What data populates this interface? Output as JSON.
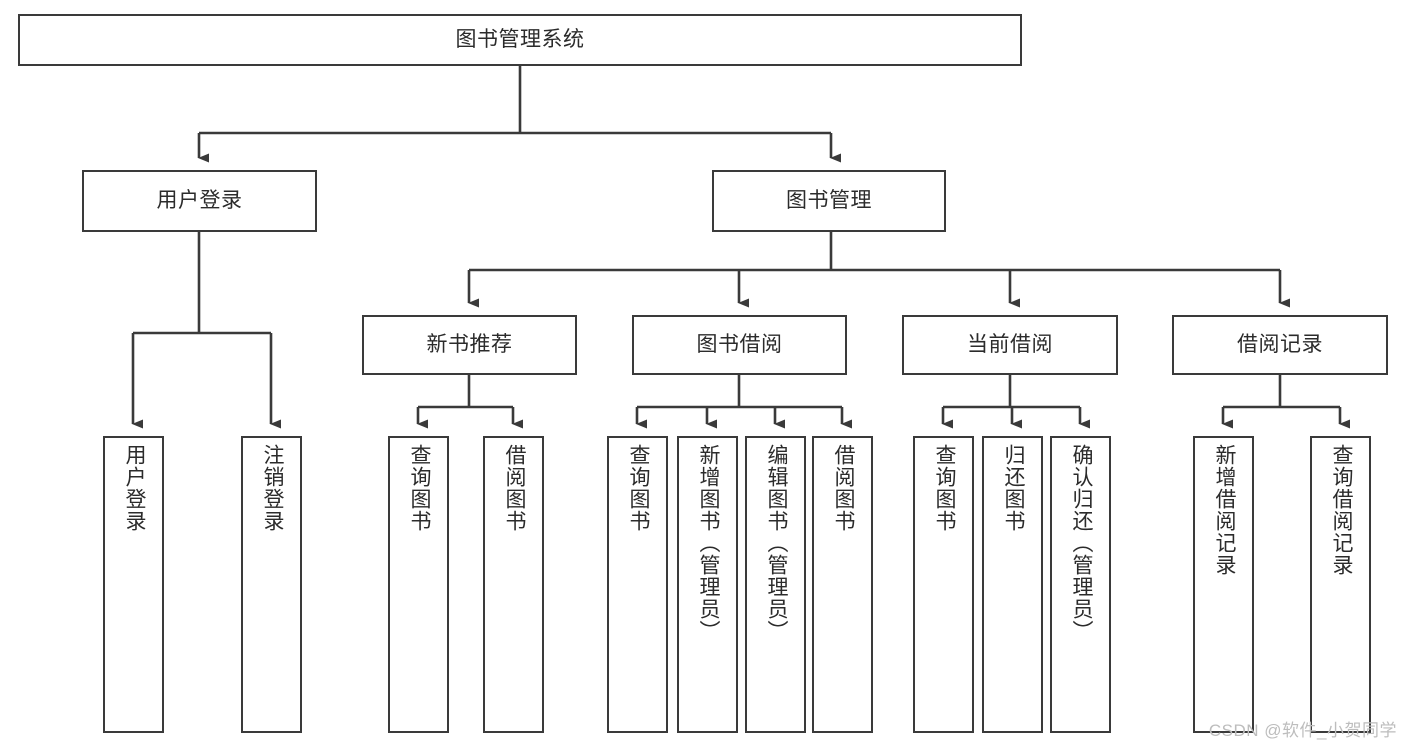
{
  "diagram": {
    "title": "图书管理系统",
    "type": "tree-hierarchy-diagram",
    "colors": {
      "box_border": "#3a3a3a",
      "box_fill": "#ffffff",
      "connector": "#3a3a3a",
      "text": "#2b2b2b",
      "watermark": "#bdbdbd",
      "background": "#ffffff"
    },
    "root": {
      "label": "图书管理系统"
    },
    "level1": [
      {
        "label": "用户登录"
      },
      {
        "label": "图书管理"
      }
    ],
    "level2": [
      {
        "label": "新书推荐"
      },
      {
        "label": "图书借阅"
      },
      {
        "label": "当前借阅"
      },
      {
        "label": "借阅记录"
      }
    ],
    "leaves": {
      "user_login": [
        {
          "label": "用户登录"
        },
        {
          "label": "注销登录"
        }
      ],
      "new_book_recommend": [
        {
          "label": "查询图书"
        },
        {
          "label": "借阅图书"
        }
      ],
      "book_borrow": [
        {
          "label": "查询图书"
        },
        {
          "label": "新增图书（管理员）"
        },
        {
          "label": "编辑图书（管理员）"
        },
        {
          "label": "借阅图书"
        }
      ],
      "current_borrow": [
        {
          "label": "查询图书"
        },
        {
          "label": "归还图书"
        },
        {
          "label": "确认归还（管理员）"
        }
      ],
      "borrow_records": [
        {
          "label": "新增借阅记录"
        },
        {
          "label": "查询借阅记录"
        }
      ]
    },
    "watermark": "CSDN @软件_小贺同学"
  }
}
